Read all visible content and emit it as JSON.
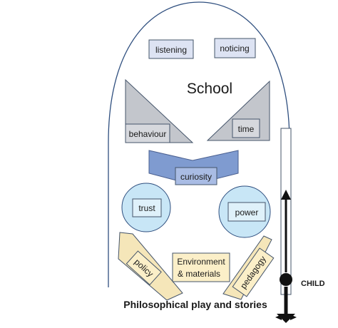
{
  "title": "School",
  "caption": "Philosophical play and stories",
  "boxes": {
    "listening": "listening",
    "noticing": "noticing",
    "behaviour": "behaviour",
    "time": "time",
    "curiosity": "curiosity",
    "trust": "trust",
    "power": "power",
    "policy": "policy",
    "environment_line1": "Environment",
    "environment_line2": "& materials",
    "pedagogy": "pedagogy"
  },
  "child_label": "CHILD",
  "colors": {
    "outline": "#2f4f7f",
    "lavender_box": "#dde3f3",
    "grey_triangle": "#c3c6cc",
    "grey_box": "#d6d8dd",
    "curiosity_fill": "#7f9bd0",
    "curiosity_box": "#a9bce4",
    "circle_fill": "#c8e6f6",
    "tan_fill": "#f5e6b9",
    "tan_box": "#fbefc8",
    "child_dark": "#111111"
  }
}
